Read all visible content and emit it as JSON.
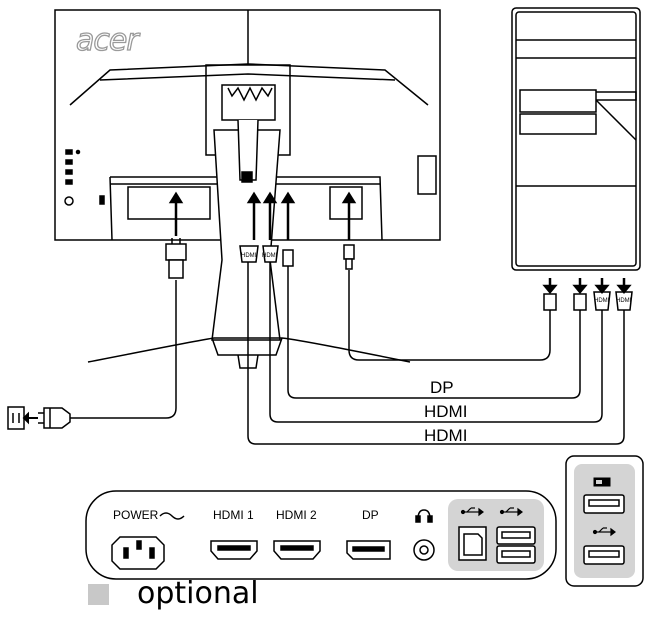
{
  "monitor": {
    "brand_logo": "acer"
  },
  "cables": {
    "dp_label": "DP",
    "hdmi_label_1": "HDMI",
    "hdmi_label_2": "HDMI",
    "connector_tag_1": "HDMI",
    "connector_tag_2": "HDMI"
  },
  "computer": {
    "port_tag_hdmi_1": "HDMI",
    "port_tag_hdmi_2": "HDMI"
  },
  "port_panel": {
    "power_label": "POWER",
    "hdmi1_label": "HDMI 1",
    "hdmi2_label": "HDMI 2",
    "dp_label": "DP"
  },
  "legend": {
    "swatch_color": "#c8c8c8",
    "optional_label": "optional"
  },
  "icons": [
    "power-outlet-icon",
    "power-plug-icon",
    "headphone-icon",
    "usb-icon",
    "usb-charge-icon",
    "arrow-icon"
  ]
}
